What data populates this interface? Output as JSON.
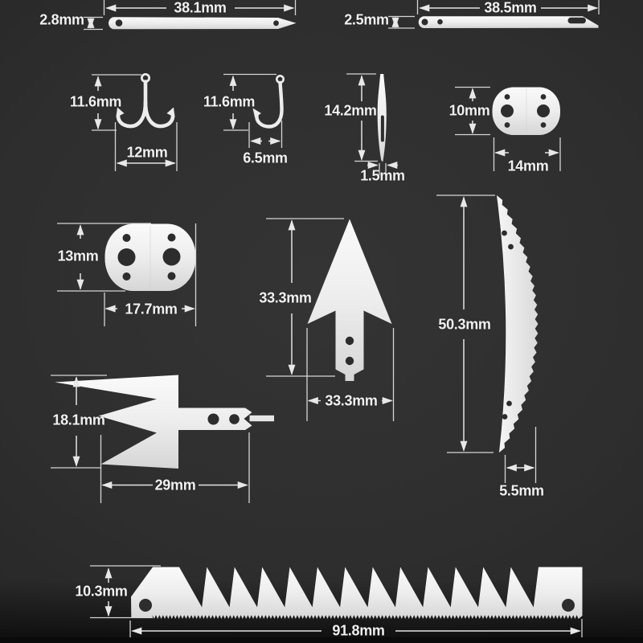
{
  "figure": {
    "description": "Dimension diagram of stainless steel multi-tool card parts",
    "unit": "mm"
  },
  "items": [
    {
      "name": "flat strip tool",
      "width": "38.1mm",
      "height": "2.8mm"
    },
    {
      "name": "utility blade strip",
      "width": "38.5mm",
      "height": "2.5mm"
    },
    {
      "name": "double fishing hook",
      "width": "12mm",
      "height": "11.6mm"
    },
    {
      "name": "single fishing hook",
      "width": "6.5mm",
      "height": "11.6mm"
    },
    {
      "name": "needle awl",
      "width": "1.5mm",
      "height": "14.2mm"
    },
    {
      "name": "small oval plate",
      "width": "14mm",
      "height": "10mm"
    },
    {
      "name": "large oval plate",
      "width": "17.7mm",
      "height": "13mm"
    },
    {
      "name": "arrowhead",
      "width": "33.3mm",
      "height": "33.3mm"
    },
    {
      "name": "curved saw blade",
      "width": "5.5mm",
      "height": "50.3mm"
    },
    {
      "name": "fish spear",
      "width": "29mm",
      "height": "18.1mm"
    },
    {
      "name": "long saw blade",
      "width": "91.8mm",
      "height": "10.3mm"
    }
  ],
  "colors": {
    "background": "#2e2e2e",
    "metal": "#ececec",
    "lines": "#e3e3e3"
  }
}
